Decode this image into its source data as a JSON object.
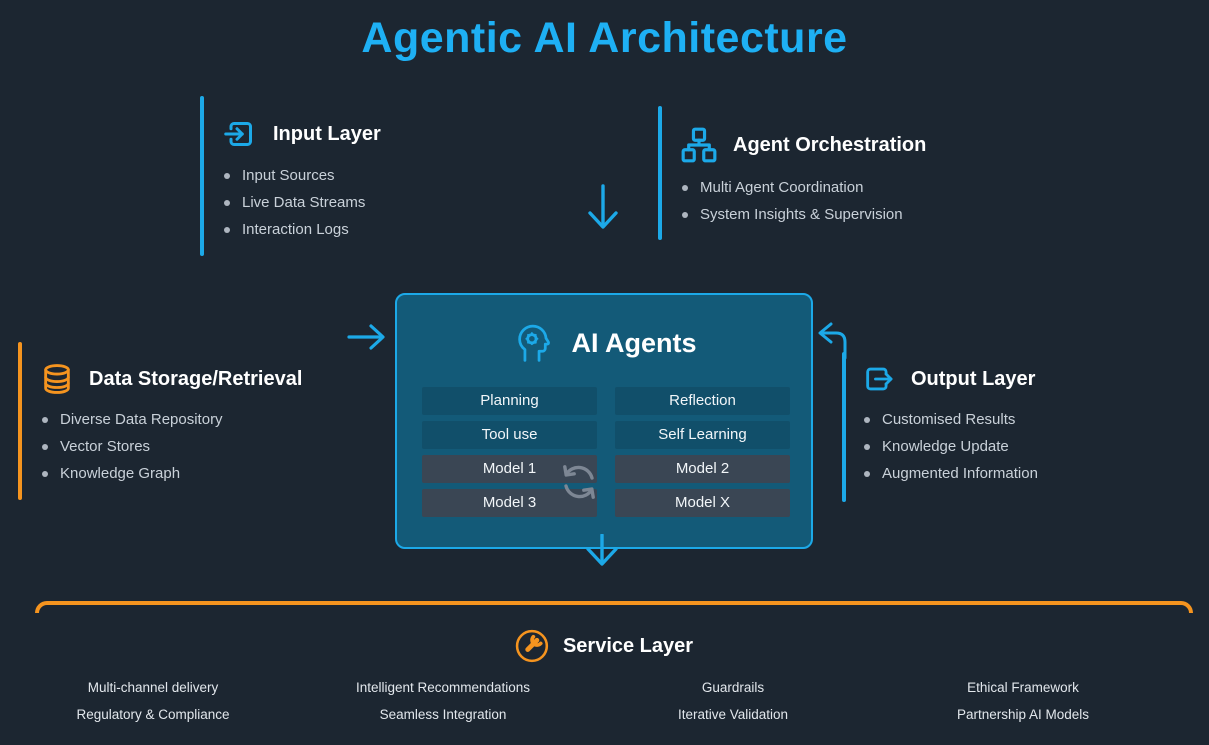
{
  "title": "Agentic AI Architecture",
  "colors": {
    "background": "#1c2631",
    "accent_cyan": "#1ca9e8",
    "title_cyan": "#1eb0f4",
    "accent_orange": "#f5941f",
    "agents_box_fill": "#135a78",
    "capability_cell": "#114f6a",
    "model_cell": "#3a4654",
    "sync_gray": "#7d8794"
  },
  "icons": {
    "input": "arrow-into-box-icon",
    "orchestration": "sitemap-icon",
    "ai_agents": "head-gear-icon",
    "data_storage": "database-icon",
    "output": "arrow-out-of-box-icon",
    "service": "wrench-circle-icon",
    "model_sync": "sync-arrows-icon"
  },
  "input_layer": {
    "title": "Input Layer",
    "items": [
      "Input Sources",
      "Live Data Streams",
      "Interaction Logs"
    ]
  },
  "agent_orchestration": {
    "title": "Agent Orchestration",
    "items": [
      "Multi Agent Coordination",
      "System Insights & Supervision"
    ]
  },
  "ai_agents": {
    "title": "AI Agents",
    "capabilities": [
      "Planning",
      "Reflection",
      "Tool use",
      "Self Learning"
    ],
    "models": [
      "Model 1",
      "Model 2",
      "Model 3",
      "Model X"
    ]
  },
  "data_storage": {
    "title": "Data Storage/Retrieval",
    "items": [
      "Diverse Data Repository",
      "Vector Stores",
      "Knowledge Graph"
    ]
  },
  "output_layer": {
    "title": "Output Layer",
    "items": [
      "Customised Results",
      "Knowledge Update",
      "Augmented Information"
    ]
  },
  "service_layer": {
    "title": "Service Layer",
    "items": [
      "Multi-channel delivery",
      "Intelligent Recommendations",
      "Guardrails",
      "Ethical Framework",
      "Regulatory & Compliance",
      "Seamless Integration",
      "Iterative Validation",
      "Partnership AI Models"
    ]
  }
}
